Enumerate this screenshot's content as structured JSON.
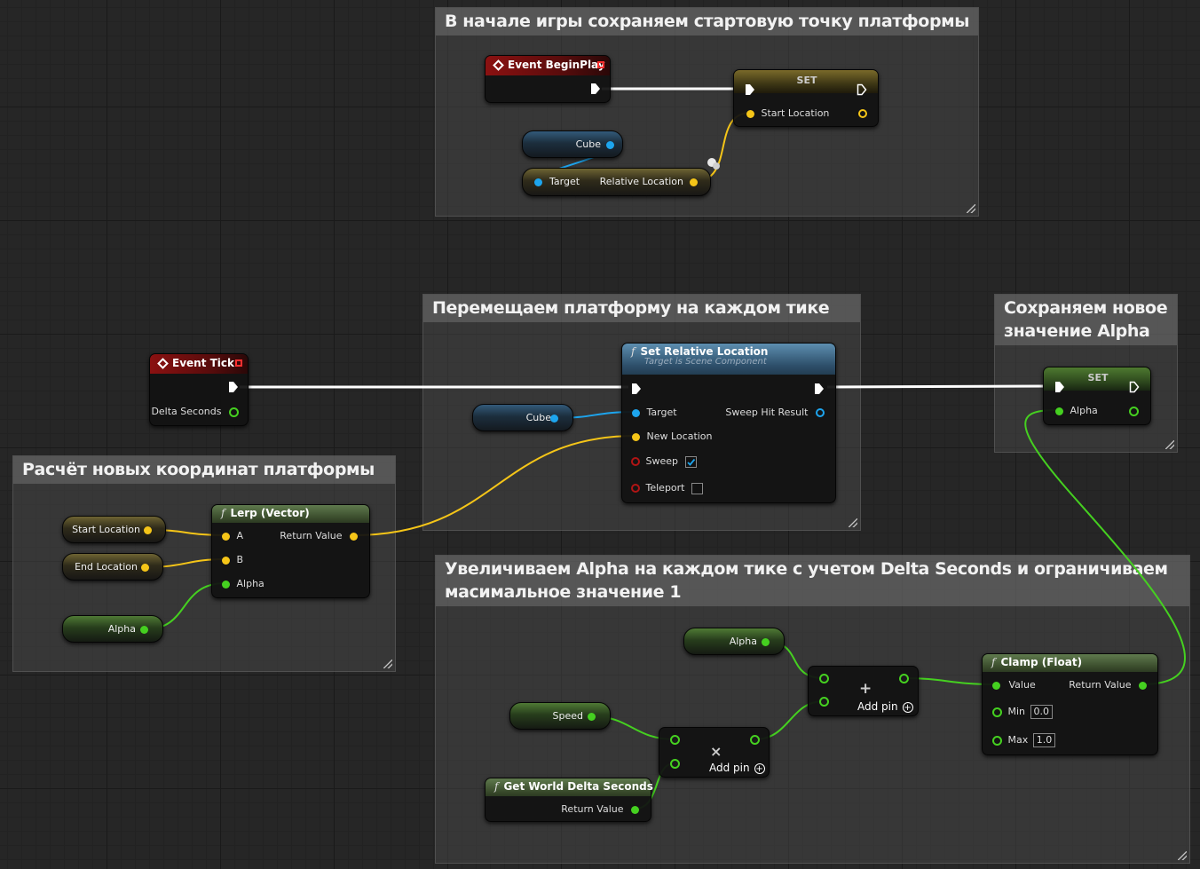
{
  "comments": {
    "begin": "В начале игры сохраняем стартовую точку платформы",
    "move": "Перемещаем платформу на каждом тике",
    "save_alpha_1": "Сохраняем новое",
    "save_alpha_2": "значение Alpha",
    "calc": "Расчёт новых координат платформы",
    "inc_1": "Увеличиваем Alpha на каждом тике с учетом Delta Seconds и ограничиваем",
    "inc_2": "масимальное значение 1"
  },
  "nodes": {
    "event_beginplay": {
      "title": "Event BeginPlay"
    },
    "set_start": {
      "title": "SET",
      "pin": "Start Location"
    },
    "cube_var_1": {
      "label": "Cube"
    },
    "get_relative": {
      "target": "Target",
      "output": "Relative Location"
    },
    "event_tick": {
      "title": "Event Tick",
      "pin": "Delta Seconds"
    },
    "cube_var_2": {
      "label": "Cube"
    },
    "set_relative": {
      "title": "Set Relative Location",
      "subtitle": "Target is Scene Component",
      "target": "Target",
      "sweep_hit": "Sweep Hit Result",
      "new_location": "New Location",
      "sweep": "Sweep",
      "sweep_checked": true,
      "teleport": "Teleport",
      "teleport_checked": false
    },
    "set_alpha": {
      "title": "SET",
      "pin": "Alpha"
    },
    "start_loc_var": {
      "label": "Start Location"
    },
    "end_loc_var": {
      "label": "End Location"
    },
    "alpha_var_1": {
      "label": "Alpha"
    },
    "lerp": {
      "title": "Lerp (Vector)",
      "a": "A",
      "b": "B",
      "alpha": "Alpha",
      "ret": "Return Value"
    },
    "alpha_var_2": {
      "label": "Alpha"
    },
    "speed_var": {
      "label": "Speed"
    },
    "world_delta": {
      "title": "Get World Delta Seconds",
      "ret": "Return Value"
    },
    "add": {
      "label": "Add pin",
      "symbol": "+"
    },
    "multiply": {
      "label": "Add pin",
      "symbol": "×"
    },
    "clamp": {
      "title": "Clamp (Float)",
      "value": "Value",
      "ret": "Return Value",
      "min": "Min",
      "min_val": "0.0",
      "max": "Max",
      "max_val": "1.0"
    }
  },
  "colors": {
    "exec_wire": "#ffffff",
    "vector_wire": "#f5c518",
    "object_wire": "#1da5ee",
    "float_wire": "#45d020"
  }
}
